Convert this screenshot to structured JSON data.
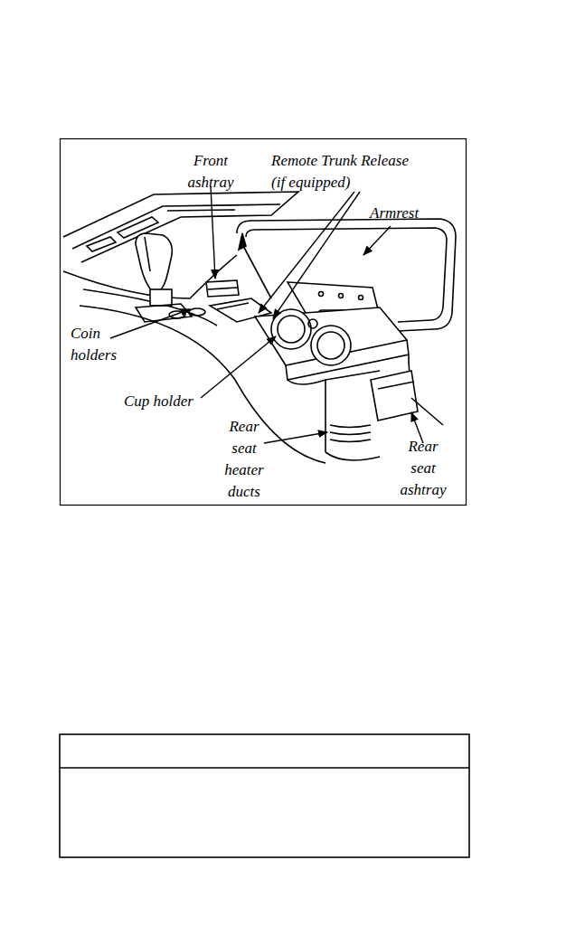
{
  "diagram": {
    "labels": [
      "Front ashtray",
      "Remote Trunk Release (if equipped)",
      "Armrest",
      "Coin holders",
      "Cup holder",
      "Rear seat heater ducts",
      "Rear seat ashtray"
    ]
  }
}
